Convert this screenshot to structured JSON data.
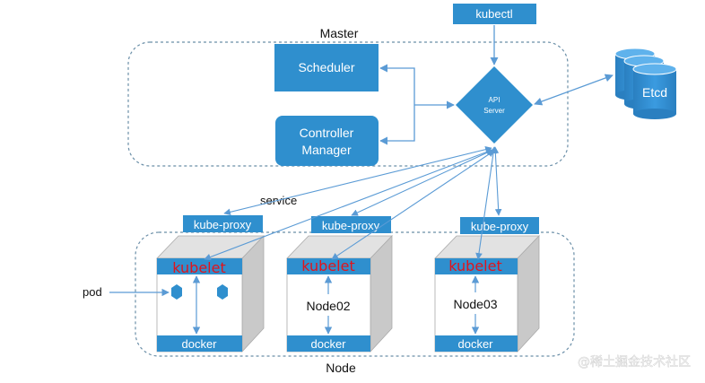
{
  "master": {
    "title": "Master",
    "scheduler": "Scheduler",
    "controller_line1": "Controller",
    "controller_line2": "Manager",
    "api_line1": "API",
    "api_line2": "Server"
  },
  "kubectl": "kubectl",
  "etcd": "Etcd",
  "service_label": "service",
  "pod_label": "pod",
  "node_section_title": "Node",
  "nodes": [
    {
      "proxy": "kube-proxy",
      "kubelet": "kubelet",
      "name": "",
      "docker": "docker"
    },
    {
      "proxy": "kube-proxy",
      "kubelet": "kubelet",
      "name": "Node02",
      "docker": "docker"
    },
    {
      "proxy": "kube-proxy",
      "kubelet": "kubelet",
      "name": "Node03",
      "docker": "docker"
    }
  ],
  "watermark": "@稀土掘金技术社区",
  "colors": {
    "blue": "#2f8fce",
    "side_gray": "#c9c9c9",
    "dashed": "#6b8fa8",
    "arrow": "#5b9bd5",
    "kubelet_red": "#e0141c"
  }
}
